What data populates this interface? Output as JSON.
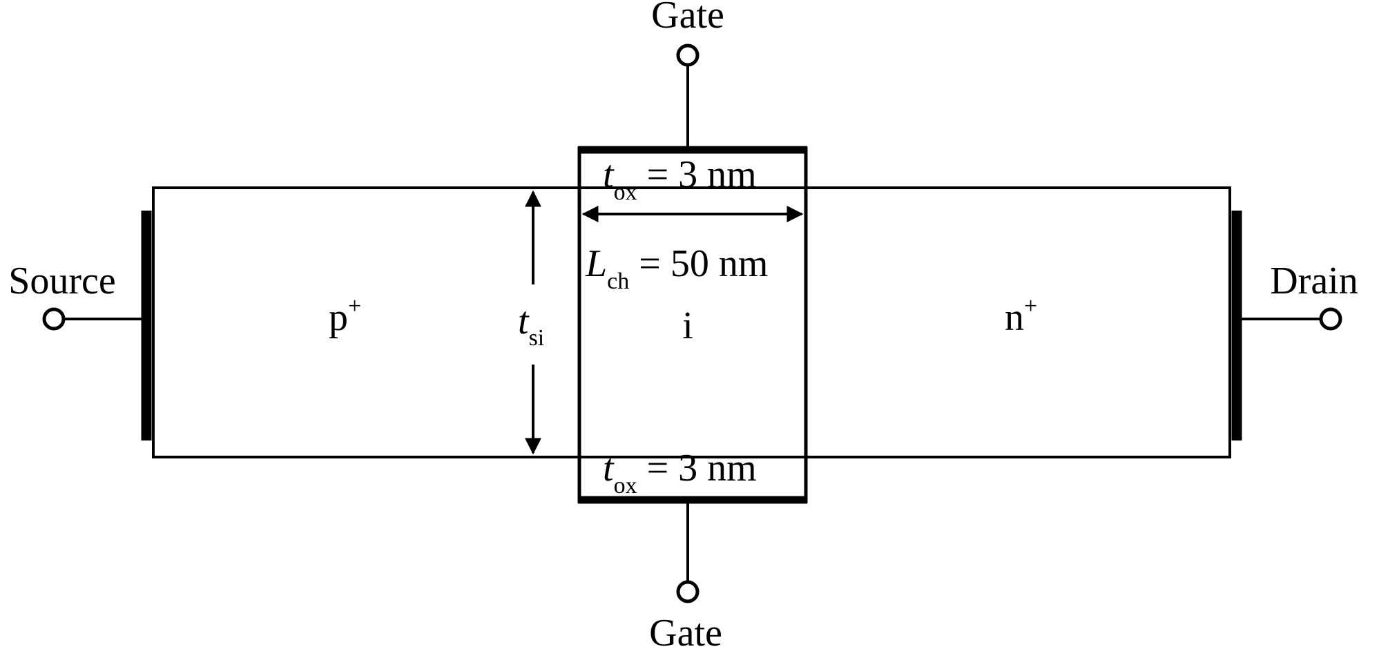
{
  "terminals": {
    "gate_top": "Gate",
    "gate_bottom": "Gate",
    "source": "Source",
    "drain": "Drain"
  },
  "regions": {
    "source_region": {
      "main": "p",
      "sup": "+"
    },
    "channel_region": "i",
    "drain_region": {
      "main": "n",
      "sup": "+"
    }
  },
  "dimensions": {
    "tox_top": {
      "var": "t",
      "sub": "ox",
      "value": " = 3 nm"
    },
    "tox_bottom": {
      "var": "t",
      "sub": "ox",
      "value": " = 3 nm"
    },
    "lch": {
      "var": "L",
      "sub": "ch",
      "value": " = 50 nm"
    },
    "tsi": {
      "var": "t",
      "sub": "si"
    }
  }
}
